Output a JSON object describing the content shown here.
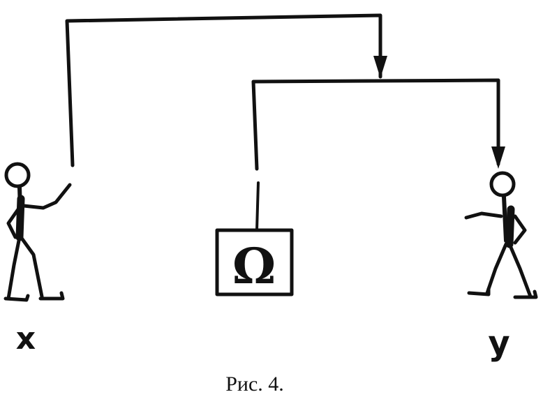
{
  "figure": {
    "caption": "Рис. 4.",
    "person_left_label": "x",
    "person_right_label": "y",
    "device_symbol": "Ω"
  },
  "colors": {
    "ink": "#111111",
    "background": "#ffffff"
  },
  "icons": [
    "person-x-figure",
    "person-y-figure",
    "omega-device",
    "arrow-down-icon"
  ]
}
